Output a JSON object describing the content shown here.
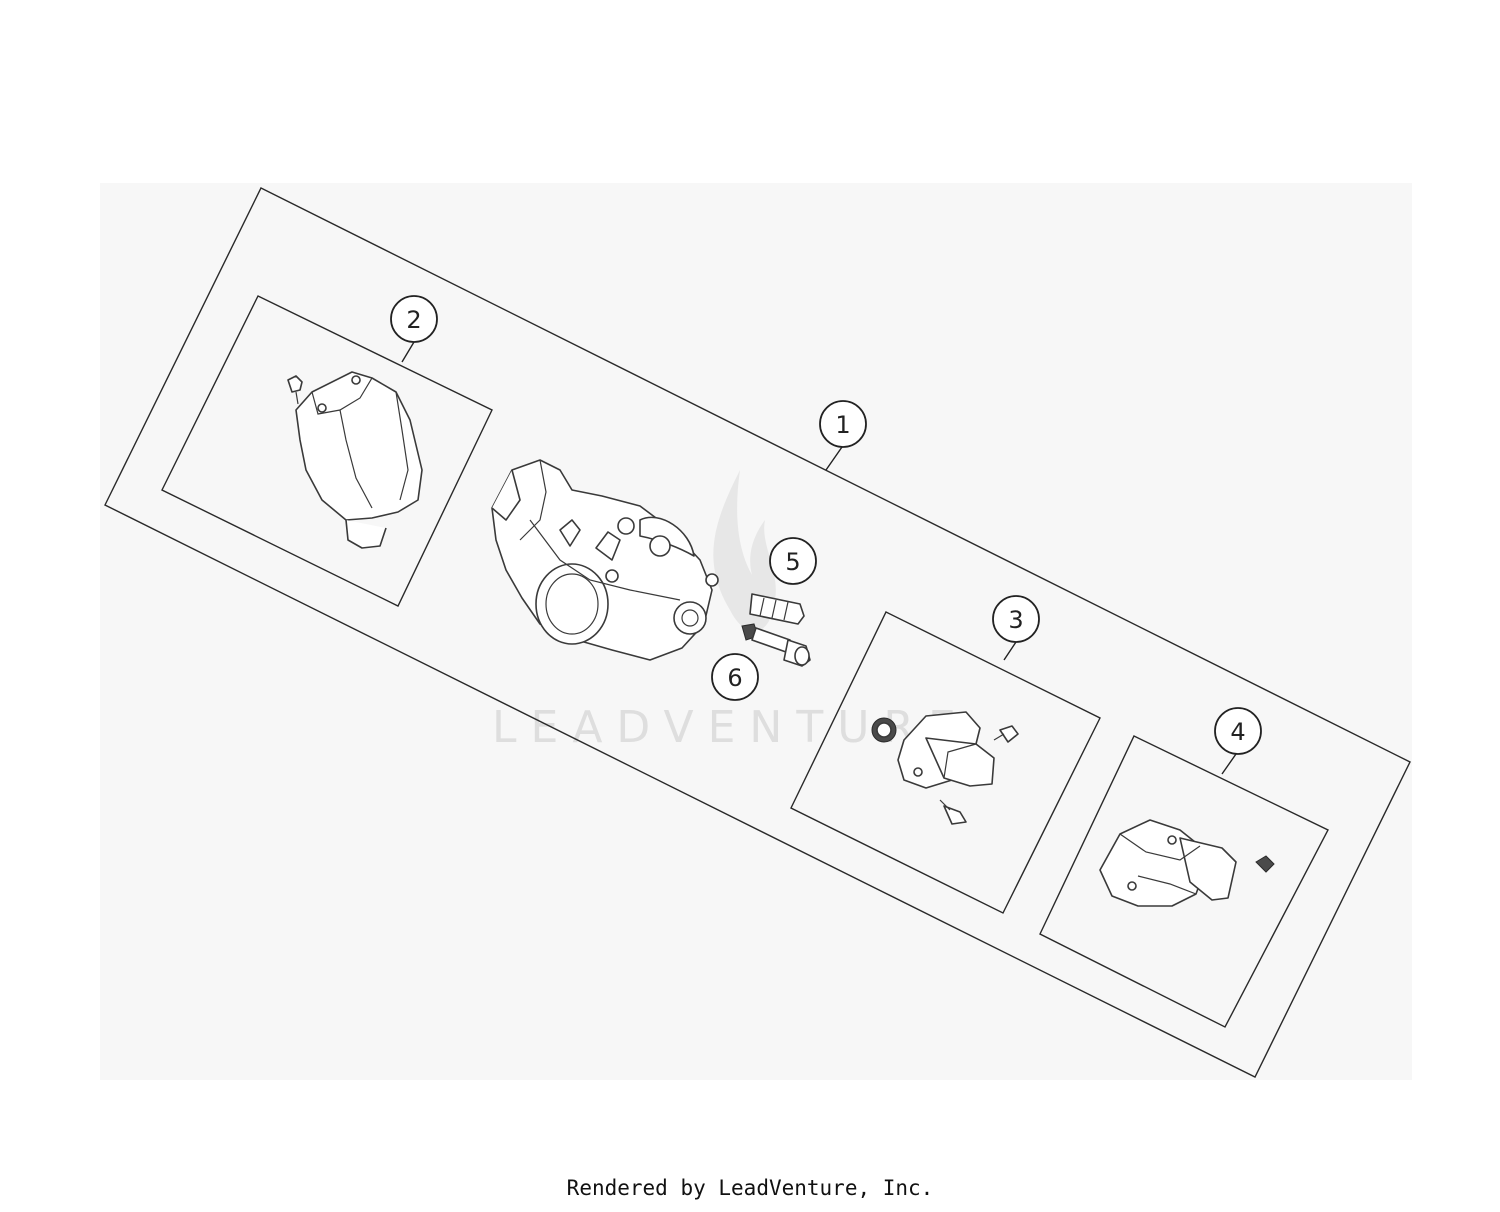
{
  "diagram": {
    "callouts": [
      {
        "id": "1",
        "label": "1"
      },
      {
        "id": "2",
        "label": "2"
      },
      {
        "id": "3",
        "label": "3"
      },
      {
        "id": "4",
        "label": "4"
      },
      {
        "id": "5",
        "label": "5"
      },
      {
        "id": "6",
        "label": "6"
      }
    ],
    "watermark": "LEADVENTURE",
    "colors": {
      "panel_background": "#f7f7f7",
      "line": "#2a2a2a",
      "watermark": "#d6d6d6"
    }
  },
  "footer": {
    "credit": "Rendered by LeadVenture, Inc."
  }
}
